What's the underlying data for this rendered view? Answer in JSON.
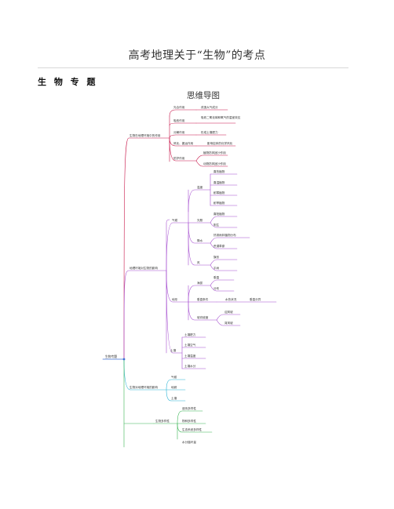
{
  "document": {
    "title": "高考地理关于“生物”的考点",
    "section_heading": "生 物 专 题",
    "mindmap_title": "思维导图"
  },
  "colors": {
    "root": "#3b6fd4",
    "red_branch": "#c8174a",
    "purple_branch": "#a64fd0",
    "cyan_branch": "#2bb4d6",
    "green_branch": "#38b553"
  },
  "mindmap": {
    "root": "生物专题",
    "branches": {
      "b1": {
        "label": "生物在地理环境中的作用",
        "children": {
          "c1": {
            "label": "光合作用",
            "leaf": "改造大气成分"
          },
          "c2": {
            "label": "吸收作用",
            "leaf": "吸收二氧化碳和氧气的温室效应"
          },
          "c3": {
            "label": "分解作用",
            "leaf": "形成土壤肥力"
          },
          "c4": {
            "label": "风化、搬运作用",
            "leaf": "影响岩体的化学风化"
          },
          "c5": {
            "label": "防护作用",
            "leaf1": "植物防风固沙作用",
            "leaf2": "动物防风固沙作用"
          }
        }
      },
      "b2": {
        "label": "地理环境对生物的影响",
        "qihou": {
          "label": "气候",
          "wendu": {
            "label": "温度",
            "leaves": [
              "喜热植物",
              "喜温植物",
              "耐寒植物",
              "耐旱植物"
            ]
          },
          "guangzhao": {
            "label": "光照",
            "leaves": [
              "喜阳植物",
              "阴生"
            ]
          },
          "jiangshui": {
            "label": "降水",
            "leaves": [
              "热带雨林植物分布",
              "荒漠草原"
            ]
          },
          "feng": {
            "label": "风",
            "leaves": [
              "旗形",
              "平树"
            ]
          }
        },
        "dixing": {
          "label": "地形",
          "haiba": {
            "label": "海拔",
            "leaves": [
              "垂直",
              "分布"
            ]
          },
          "chuizhi": {
            "label": "垂直条件",
            "leaf1": "水热状况",
            "leaf2": "垂直分异"
          },
          "podu": {
            "label": "坡向坡度",
            "leaves": [
              "迎风坡",
              "背风坡"
            ]
          }
        },
        "turang": {
          "label": "土壤",
          "leaves": [
            "土壤肥力",
            "土壤空气",
            "土壤温度",
            "土壤水分"
          ]
        }
      },
      "b3": {
        "label": "生物对地理环境的影响",
        "leaves": [
          "气候",
          "地貌",
          "土壤"
        ]
      },
      "b4": {
        "child": {
          "label": "生物多样性",
          "leaves": [
            "遗传多样性",
            "物种多样性",
            "生态系统多样性",
            "水分循环量"
          ]
        }
      }
    }
  }
}
